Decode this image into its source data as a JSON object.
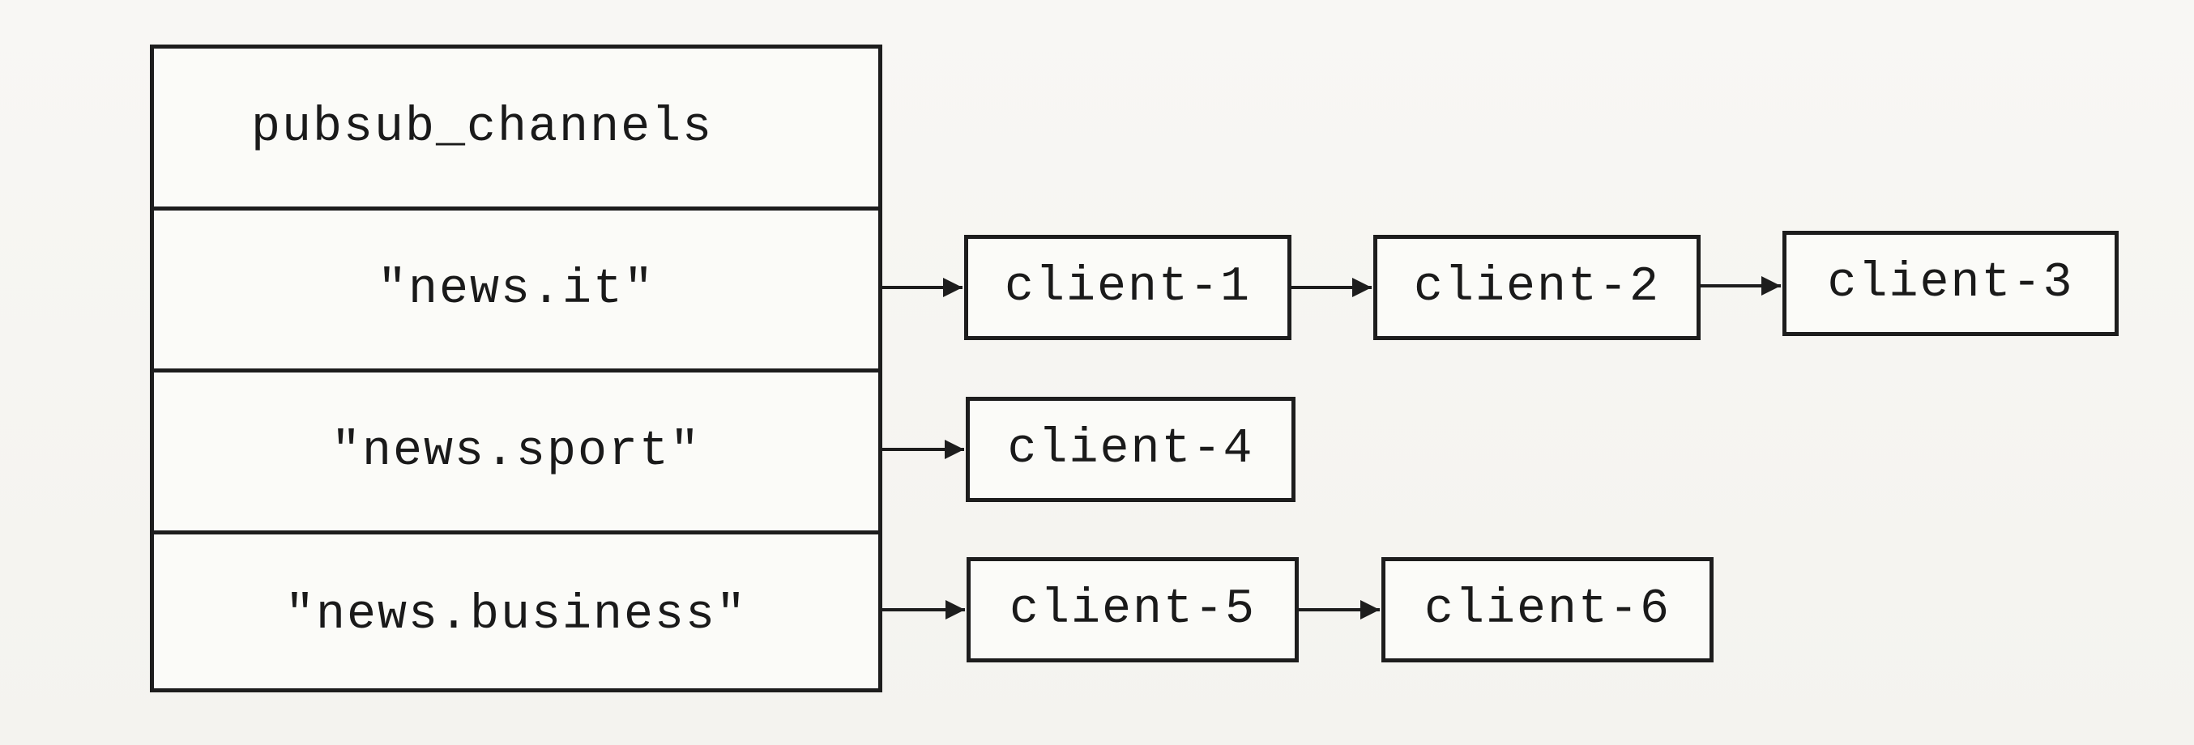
{
  "dictionary": {
    "title": "pubsub_channels",
    "channels": [
      {
        "key": "\"news.it\"",
        "clients": [
          "client-1",
          "client-2",
          "client-3"
        ]
      },
      {
        "key": "\"news.sport\"",
        "clients": [
          "client-4"
        ]
      },
      {
        "key": "\"news.business\"",
        "clients": [
          "client-5",
          "client-6"
        ]
      }
    ]
  },
  "colors": {
    "line": "#1d1d1d",
    "text": "#1a1a1a",
    "paper": "#f7f6f3"
  }
}
